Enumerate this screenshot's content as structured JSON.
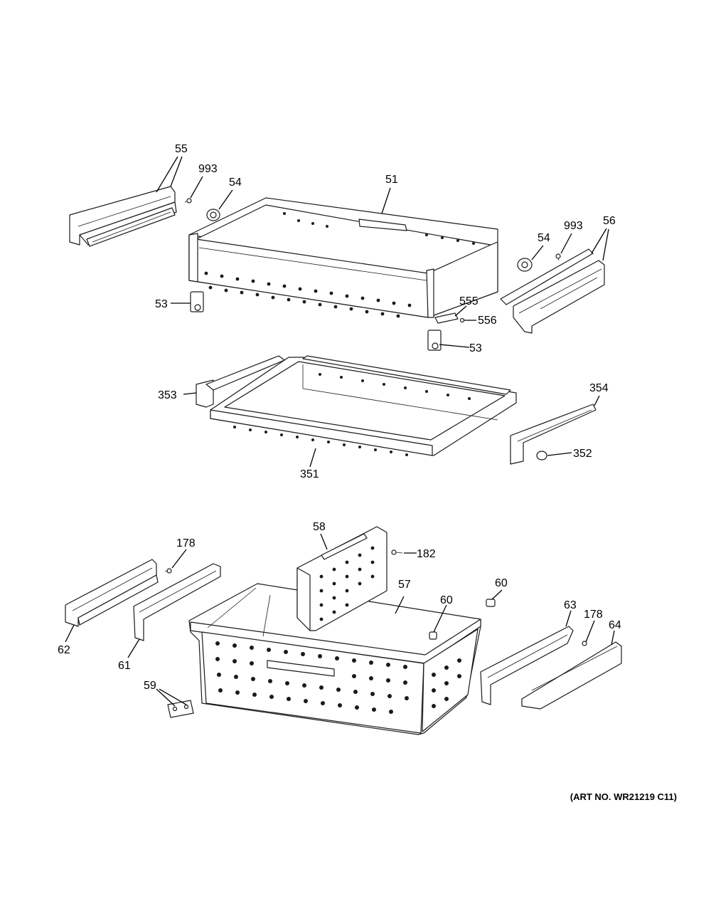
{
  "art_number": "(ART NO. WR21219 C11)",
  "callouts": [
    {
      "id": "c55",
      "text": "55"
    },
    {
      "id": "c993a",
      "text": "993"
    },
    {
      "id": "c54a",
      "text": "54"
    },
    {
      "id": "c51",
      "text": "51"
    },
    {
      "id": "c54b",
      "text": "54"
    },
    {
      "id": "c993b",
      "text": "993"
    },
    {
      "id": "c56",
      "text": "56"
    },
    {
      "id": "c53a",
      "text": "53"
    },
    {
      "id": "c555",
      "text": "555"
    },
    {
      "id": "c556",
      "text": "556"
    },
    {
      "id": "c53b",
      "text": "53"
    },
    {
      "id": "c353",
      "text": "353"
    },
    {
      "id": "c354",
      "text": "354"
    },
    {
      "id": "c352",
      "text": "352"
    },
    {
      "id": "c351",
      "text": "351"
    },
    {
      "id": "c58",
      "text": "58"
    },
    {
      "id": "c178a",
      "text": "178"
    },
    {
      "id": "c182",
      "text": "182"
    },
    {
      "id": "c60a",
      "text": "60"
    },
    {
      "id": "c57",
      "text": "57"
    },
    {
      "id": "c60b",
      "text": "60"
    },
    {
      "id": "c63",
      "text": "63"
    },
    {
      "id": "c178b",
      "text": "178"
    },
    {
      "id": "c64",
      "text": "64"
    },
    {
      "id": "c62",
      "text": "62"
    },
    {
      "id": "c61",
      "text": "61"
    },
    {
      "id": "c59",
      "text": "59"
    }
  ]
}
